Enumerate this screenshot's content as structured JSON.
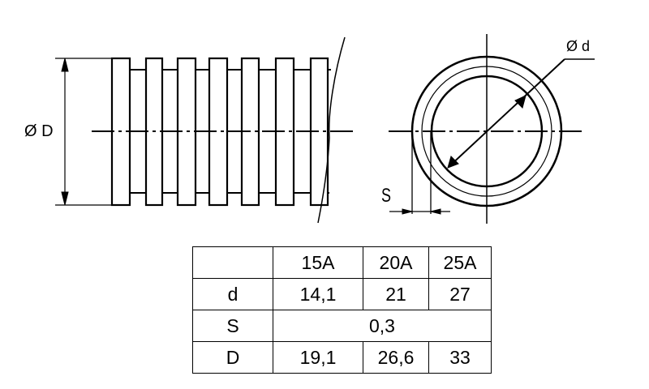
{
  "drawing": {
    "outer_diameter_label": "Ø D",
    "inner_diameter_label": "Ø d",
    "wall_thickness_label": "S",
    "line_color": "#000000"
  },
  "table": {
    "header": [
      "",
      "15A",
      "20A",
      "25A"
    ],
    "rows": [
      {
        "label": "d",
        "values": [
          "14,1",
          "21",
          "27"
        ]
      },
      {
        "label": "S",
        "merged_value": "0,3"
      },
      {
        "label": "D",
        "values": [
          "19,1",
          "26,6",
          "33"
        ]
      }
    ]
  }
}
